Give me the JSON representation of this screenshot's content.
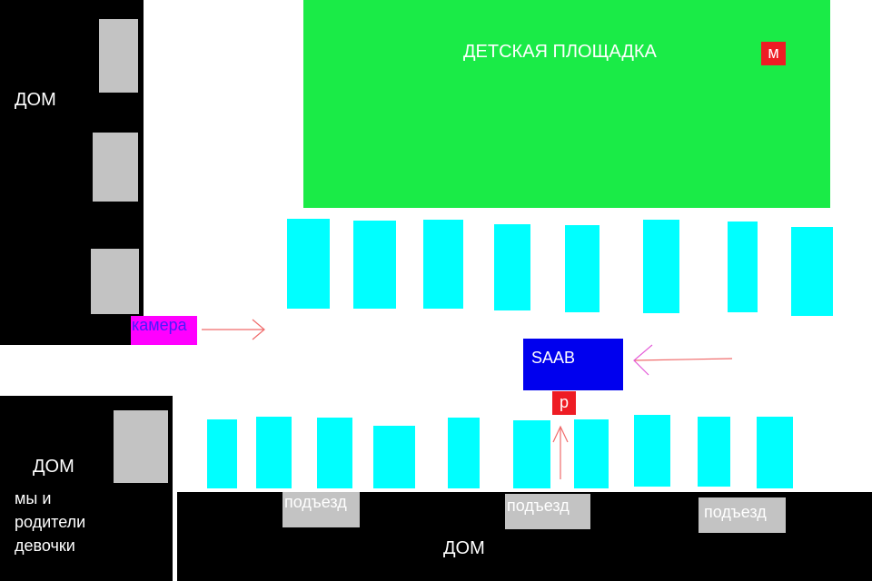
{
  "labels": {
    "house": "ДОМ",
    "playground": "ДЕТСКАЯ ПЛОЩАДКА",
    "m_marker": "м",
    "camera": "камера",
    "car": "SAAB",
    "p_marker": "р",
    "entrance": "подъезд",
    "note_line1": "мы и",
    "note_line2": "родители",
    "note_line3": "девочки"
  },
  "colors": {
    "house": "#000000",
    "playground": "#1aeb47",
    "parked_car": "#00ffff",
    "saab": "#0000ee",
    "marker": "#ee1c24",
    "camera": "#ff00ff",
    "camera_text": "#4a1aff",
    "arrow": "#f06a6a"
  },
  "icons": {
    "arrows": [
      "arrow-right-icon",
      "arrow-left-icon",
      "arrow-up-icon"
    ]
  }
}
